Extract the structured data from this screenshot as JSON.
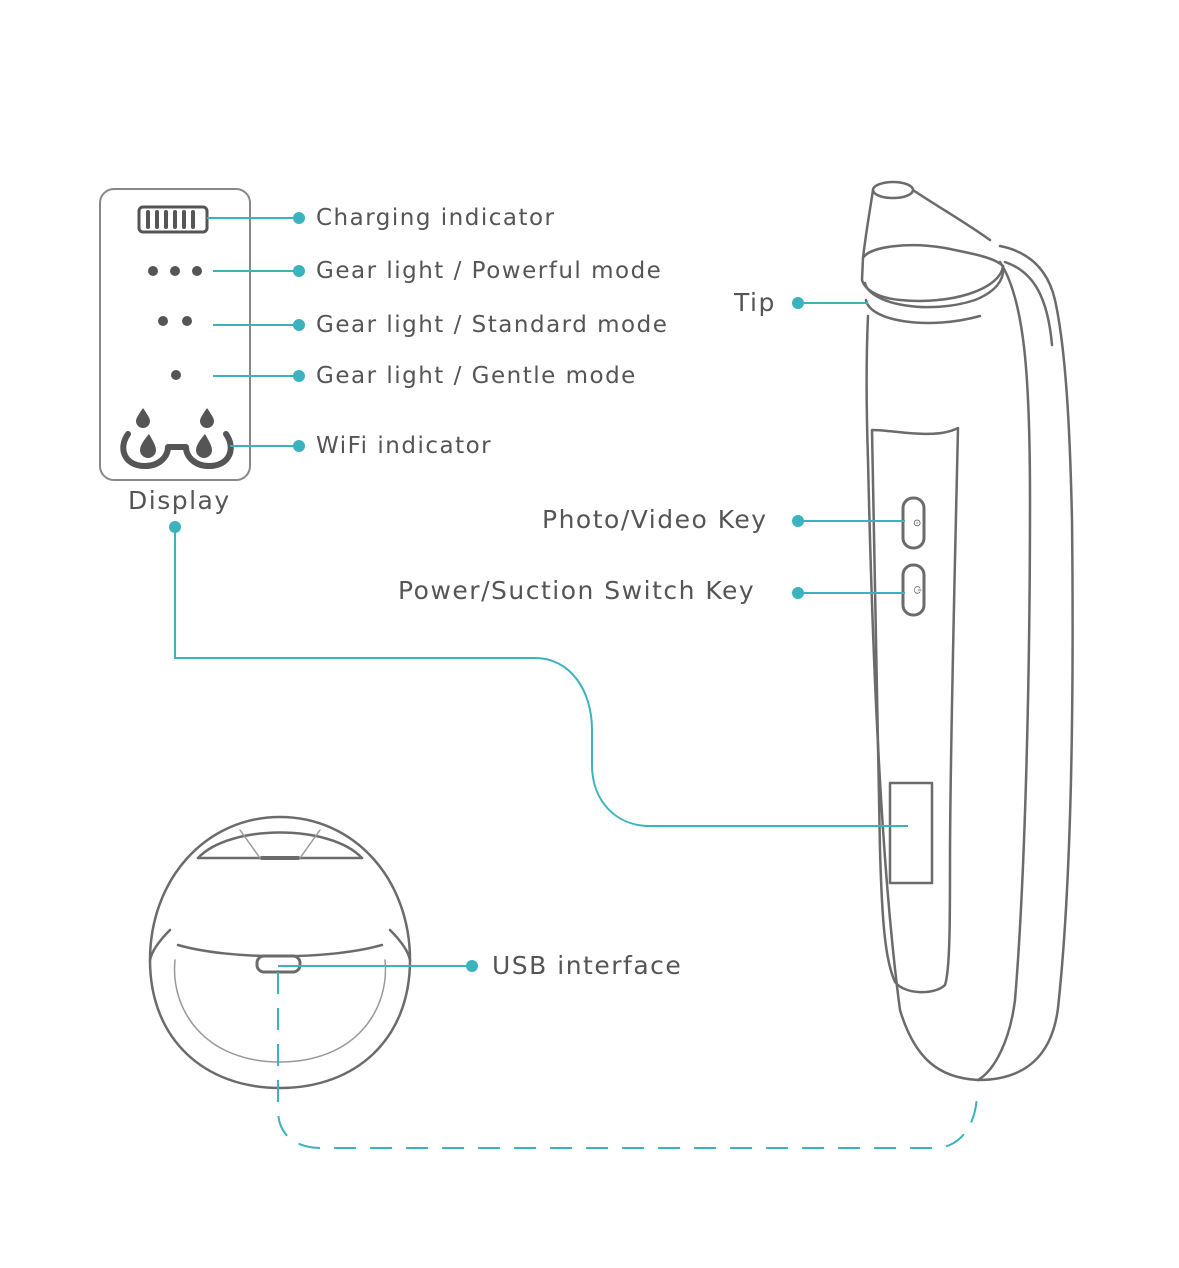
{
  "colors": {
    "accent": "#3bb3be",
    "outline": "#6b6b6b",
    "text": "#555555"
  },
  "display_panel": {
    "caption": "Display",
    "icons": [
      "battery-icon",
      "three-dots-icon",
      "two-dots-icon",
      "one-dot-icon",
      "water-drops-icon"
    ]
  },
  "callouts": {
    "charging": "Charging indicator",
    "powerful": "Gear light / Powerful mode",
    "standard": "Gear light / Standard mode",
    "gentle": "Gear light / Gentle mode",
    "wifi": "WiFi indicator",
    "tip": "Tip",
    "photo_key": "Photo/Video Key",
    "power_key": "Power/Suction Switch Key",
    "usb": "USB interface"
  }
}
